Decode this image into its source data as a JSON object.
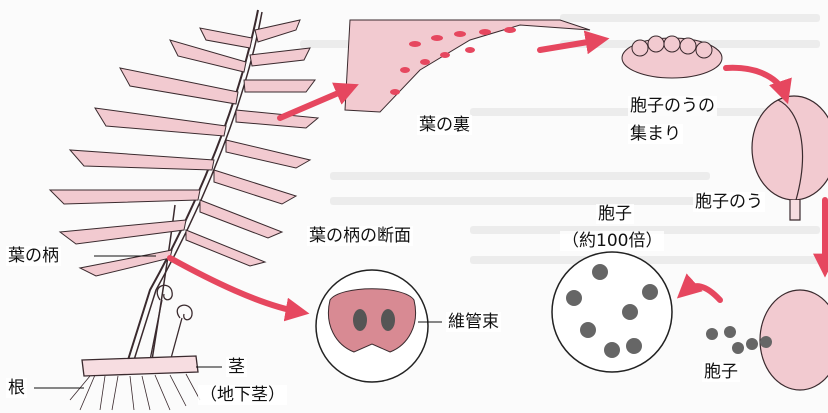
{
  "labels": {
    "leaf_underside": "葉の裏",
    "sporangia_cluster_line1": "胞子のうの",
    "sporangia_cluster_line2": "集まり",
    "sporangium": "胞子のう",
    "petiole_cross_section": "葉の柄の断面",
    "spores_line1": "胞子",
    "spores_line2": "（約100倍）",
    "petiole": "葉の柄",
    "vascular_bundle": "維管束",
    "stem": "茎",
    "underground_stem": "（地下茎）",
    "root": "根",
    "released_spores": "胞子"
  },
  "colors": {
    "arrow": "#e6475f",
    "plant_fill": "#f2cad0",
    "plant_stroke": "#3a2a2e",
    "section_fill": "#d88a93",
    "spore": "#666666"
  }
}
